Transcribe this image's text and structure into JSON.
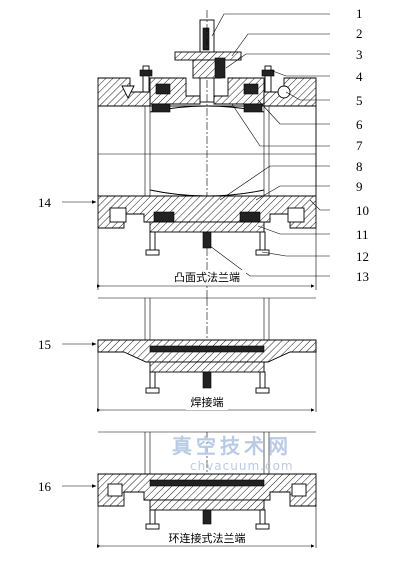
{
  "callouts": [
    "1",
    "2",
    "3",
    "4",
    "5",
    "6",
    "7",
    "8",
    "9",
    "10",
    "11",
    "12",
    "13"
  ],
  "variant_labels": [
    "14",
    "15",
    "16"
  ],
  "captions": {
    "raised_face": "凸面式法兰端",
    "welded": "焊接端",
    "ring_joint": "环连接式法兰端"
  },
  "watermark": {
    "text": "真空技术网",
    "url": "chvacuum.com"
  }
}
